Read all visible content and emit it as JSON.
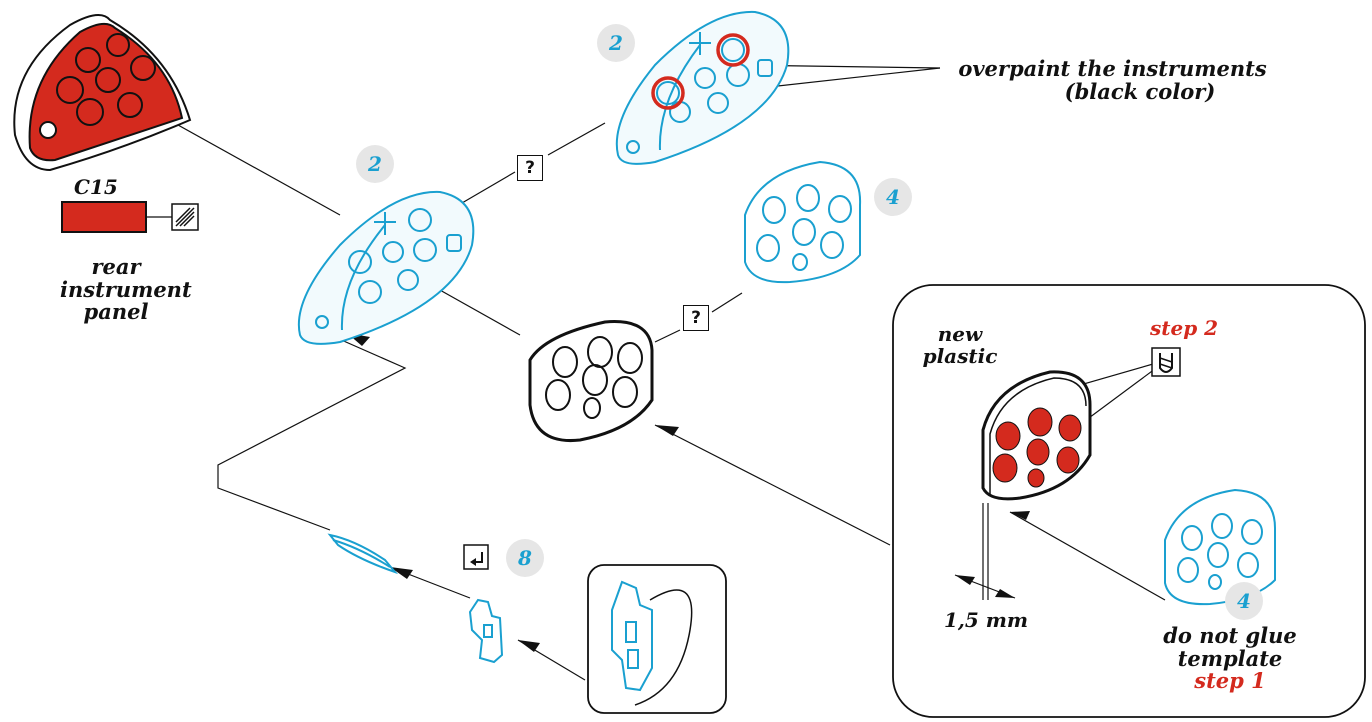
{
  "labels": {
    "paint_code": "C15",
    "rear_panel": [
      "rear",
      "instrument",
      "panel"
    ],
    "overpaint": [
      "overpaint the instruments",
      "(black color)"
    ],
    "new_plastic": [
      "new",
      "plastic"
    ],
    "step2": "step 2",
    "thickness": "1,5 mm",
    "do_not_glue": [
      "do not glue",
      "template"
    ],
    "step1": "step 1"
  },
  "badges": {
    "top_decal": "2",
    "mid_decal": "2",
    "mid_template": "4",
    "inset_template": "4",
    "fold_step": "8"
  },
  "question_marks": [
    "?",
    "?"
  ],
  "colors": {
    "part_red": "#d42a1e",
    "decal_blue": "#1aa0d0",
    "badge_bg": "#e6e6e6",
    "ink": "#111111"
  }
}
